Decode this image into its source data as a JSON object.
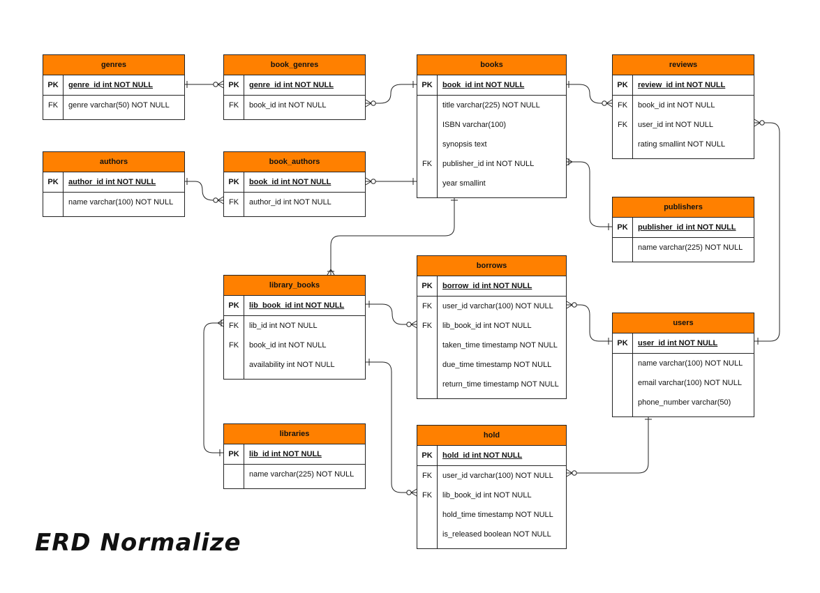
{
  "title": "ERD Normalize",
  "colors": {
    "header": "#ff8000",
    "border": "#222222",
    "background": "#ffffff"
  },
  "entities": {
    "genres": {
      "name": "genres",
      "rows": [
        {
          "key": "PK",
          "text": "genre_id int NOT NULL"
        },
        {
          "key": "FK",
          "text": "genre varchar(50) NOT NULL"
        }
      ]
    },
    "book_genres": {
      "name": "book_genres",
      "rows": [
        {
          "key": "PK",
          "text": "genre_id int NOT NULL"
        },
        {
          "key": "FK",
          "text": "book_id int NOT NULL"
        }
      ]
    },
    "books": {
      "name": "books",
      "rows": [
        {
          "key": "PK",
          "text": "book_id int NOT NULL"
        },
        {
          "key": "",
          "text": "title varchar(225) NOT NULL"
        },
        {
          "key": "",
          "text": "ISBN varchar(100)"
        },
        {
          "key": "",
          "text": "synopsis text"
        },
        {
          "key": "FK",
          "text": "publisher_id int NOT NULL"
        },
        {
          "key": "",
          "text": "year smallint"
        }
      ]
    },
    "reviews": {
      "name": "reviews",
      "rows": [
        {
          "key": "PK",
          "text": "review_id int NOT NULL"
        },
        {
          "key": "FK",
          "text": "book_id int NOT NULL"
        },
        {
          "key": "FK",
          "text": "user_id int NOT NULL"
        },
        {
          "key": "",
          "text": "rating smallint NOT NULL"
        }
      ]
    },
    "authors": {
      "name": "authors",
      "rows": [
        {
          "key": "PK",
          "text": "author_id int NOT NULL"
        },
        {
          "key": "",
          "text": "name varchar(100) NOT NULL"
        }
      ]
    },
    "book_authors": {
      "name": "book_authors",
      "rows": [
        {
          "key": "PK",
          "text": "book_id int NOT NULL"
        },
        {
          "key": "FK",
          "text": "author_id int NOT NULL"
        }
      ]
    },
    "publishers": {
      "name": "publishers",
      "rows": [
        {
          "key": "PK",
          "text": "publisher_id int NOT NULL"
        },
        {
          "key": "",
          "text": "name varchar(225) NOT NULL"
        }
      ]
    },
    "library_books": {
      "name": "library_books",
      "rows": [
        {
          "key": "PK",
          "text": "lib_book_id int NOT NULL"
        },
        {
          "key": "FK",
          "text": "lib_id int NOT NULL"
        },
        {
          "key": "FK",
          "text": "book_id int NOT NULL"
        },
        {
          "key": "",
          "text": "availability int NOT NULL"
        }
      ]
    },
    "borrows": {
      "name": "borrows",
      "rows": [
        {
          "key": "PK",
          "text": "borrow_id int NOT NULL"
        },
        {
          "key": "FK",
          "text": "user_id varchar(100) NOT NULL"
        },
        {
          "key": "FK",
          "text": "lib_book_id int NOT NULL"
        },
        {
          "key": "",
          "text": "taken_time timestamp NOT NULL"
        },
        {
          "key": "",
          "text": "due_time timestamp NOT NULL"
        },
        {
          "key": "",
          "text": "return_time timestamp NOT NULL"
        }
      ]
    },
    "users": {
      "name": "users",
      "rows": [
        {
          "key": "PK",
          "text": "user_id int NOT NULL"
        },
        {
          "key": "",
          "text": "name varchar(100) NOT NULL"
        },
        {
          "key": "",
          "text": "email varchar(100) NOT NULL"
        },
        {
          "key": "",
          "text": "phone_number varchar(50)"
        }
      ]
    },
    "libraries": {
      "name": "libraries",
      "rows": [
        {
          "key": "PK",
          "text": "lib_id int NOT NULL"
        },
        {
          "key": "",
          "text": "name varchar(225) NOT NULL"
        }
      ]
    },
    "hold": {
      "name": "hold",
      "rows": [
        {
          "key": "PK",
          "text": "hold_id int NOT NULL"
        },
        {
          "key": "FK",
          "text": "user_id varchar(100) NOT NULL"
        },
        {
          "key": "FK",
          "text": "lib_book_id int NOT NULL"
        },
        {
          "key": "",
          "text": "hold_time timestamp NOT NULL"
        },
        {
          "key": "",
          "text": "is_released boolean NOT NULL"
        }
      ]
    }
  },
  "relationships": [
    {
      "from": "genres.genre_id",
      "to": "book_genres.genre_id",
      "from_end": "one",
      "to_end": "zero-or-many"
    },
    {
      "from": "book_genres.book_id",
      "to": "books.book_id",
      "from_end": "zero-or-many",
      "to_end": "one"
    },
    {
      "from": "books.book_id",
      "to": "reviews.book_id",
      "from_end": "one",
      "to_end": "zero-or-many"
    },
    {
      "from": "authors.author_id",
      "to": "book_authors.author_id",
      "from_end": "one",
      "to_end": "zero-or-many"
    },
    {
      "from": "book_authors.book_id",
      "to": "books.book_id",
      "from_end": "zero-or-many",
      "to_end": "one"
    },
    {
      "from": "books.publisher_id",
      "to": "publishers.publisher_id",
      "from_end": "one-or-many",
      "to_end": "one"
    },
    {
      "from": "books.book_id",
      "to": "library_books.book_id",
      "from_end": "one",
      "to_end": "one-or-many"
    },
    {
      "from": "reviews.user_id",
      "to": "users.user_id",
      "from_end": "zero-or-many",
      "to_end": "one"
    },
    {
      "from": "library_books.lib_book_id",
      "to": "borrows.lib_book_id",
      "from_end": "one",
      "to_end": "zero-or-many"
    },
    {
      "from": "borrows.user_id",
      "to": "users.user_id",
      "from_end": "zero-or-many",
      "to_end": "one"
    },
    {
      "from": "library_books.lib_id",
      "to": "libraries.lib_id",
      "from_end": "one-or-many",
      "to_end": "one"
    },
    {
      "from": "library_books.availability",
      "to": "hold.lib_book_id",
      "from_end": "one",
      "to_end": "zero-or-many"
    },
    {
      "from": "users.user_id",
      "to": "hold.user_id",
      "from_end": "one",
      "to_end": "zero-or-many"
    }
  ]
}
